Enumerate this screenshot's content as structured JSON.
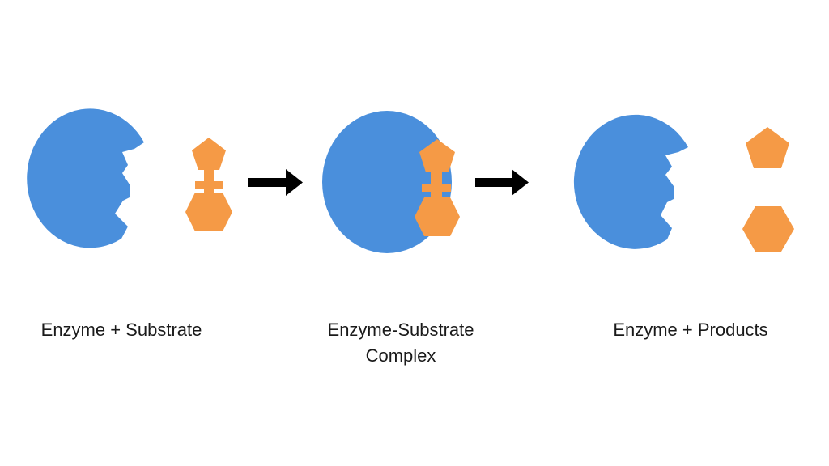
{
  "colors": {
    "enzyme": "#4a8fdc",
    "substrate": "#f59a46",
    "arrow": "#000000",
    "background": "#ffffff"
  },
  "stages": [
    {
      "label_lines": [
        "Enzyme + Substrate"
      ]
    },
    {
      "label_lines": [
        "Enzyme-Substrate",
        "Complex"
      ]
    },
    {
      "label_lines": [
        "Enzyme + Products"
      ]
    }
  ]
}
